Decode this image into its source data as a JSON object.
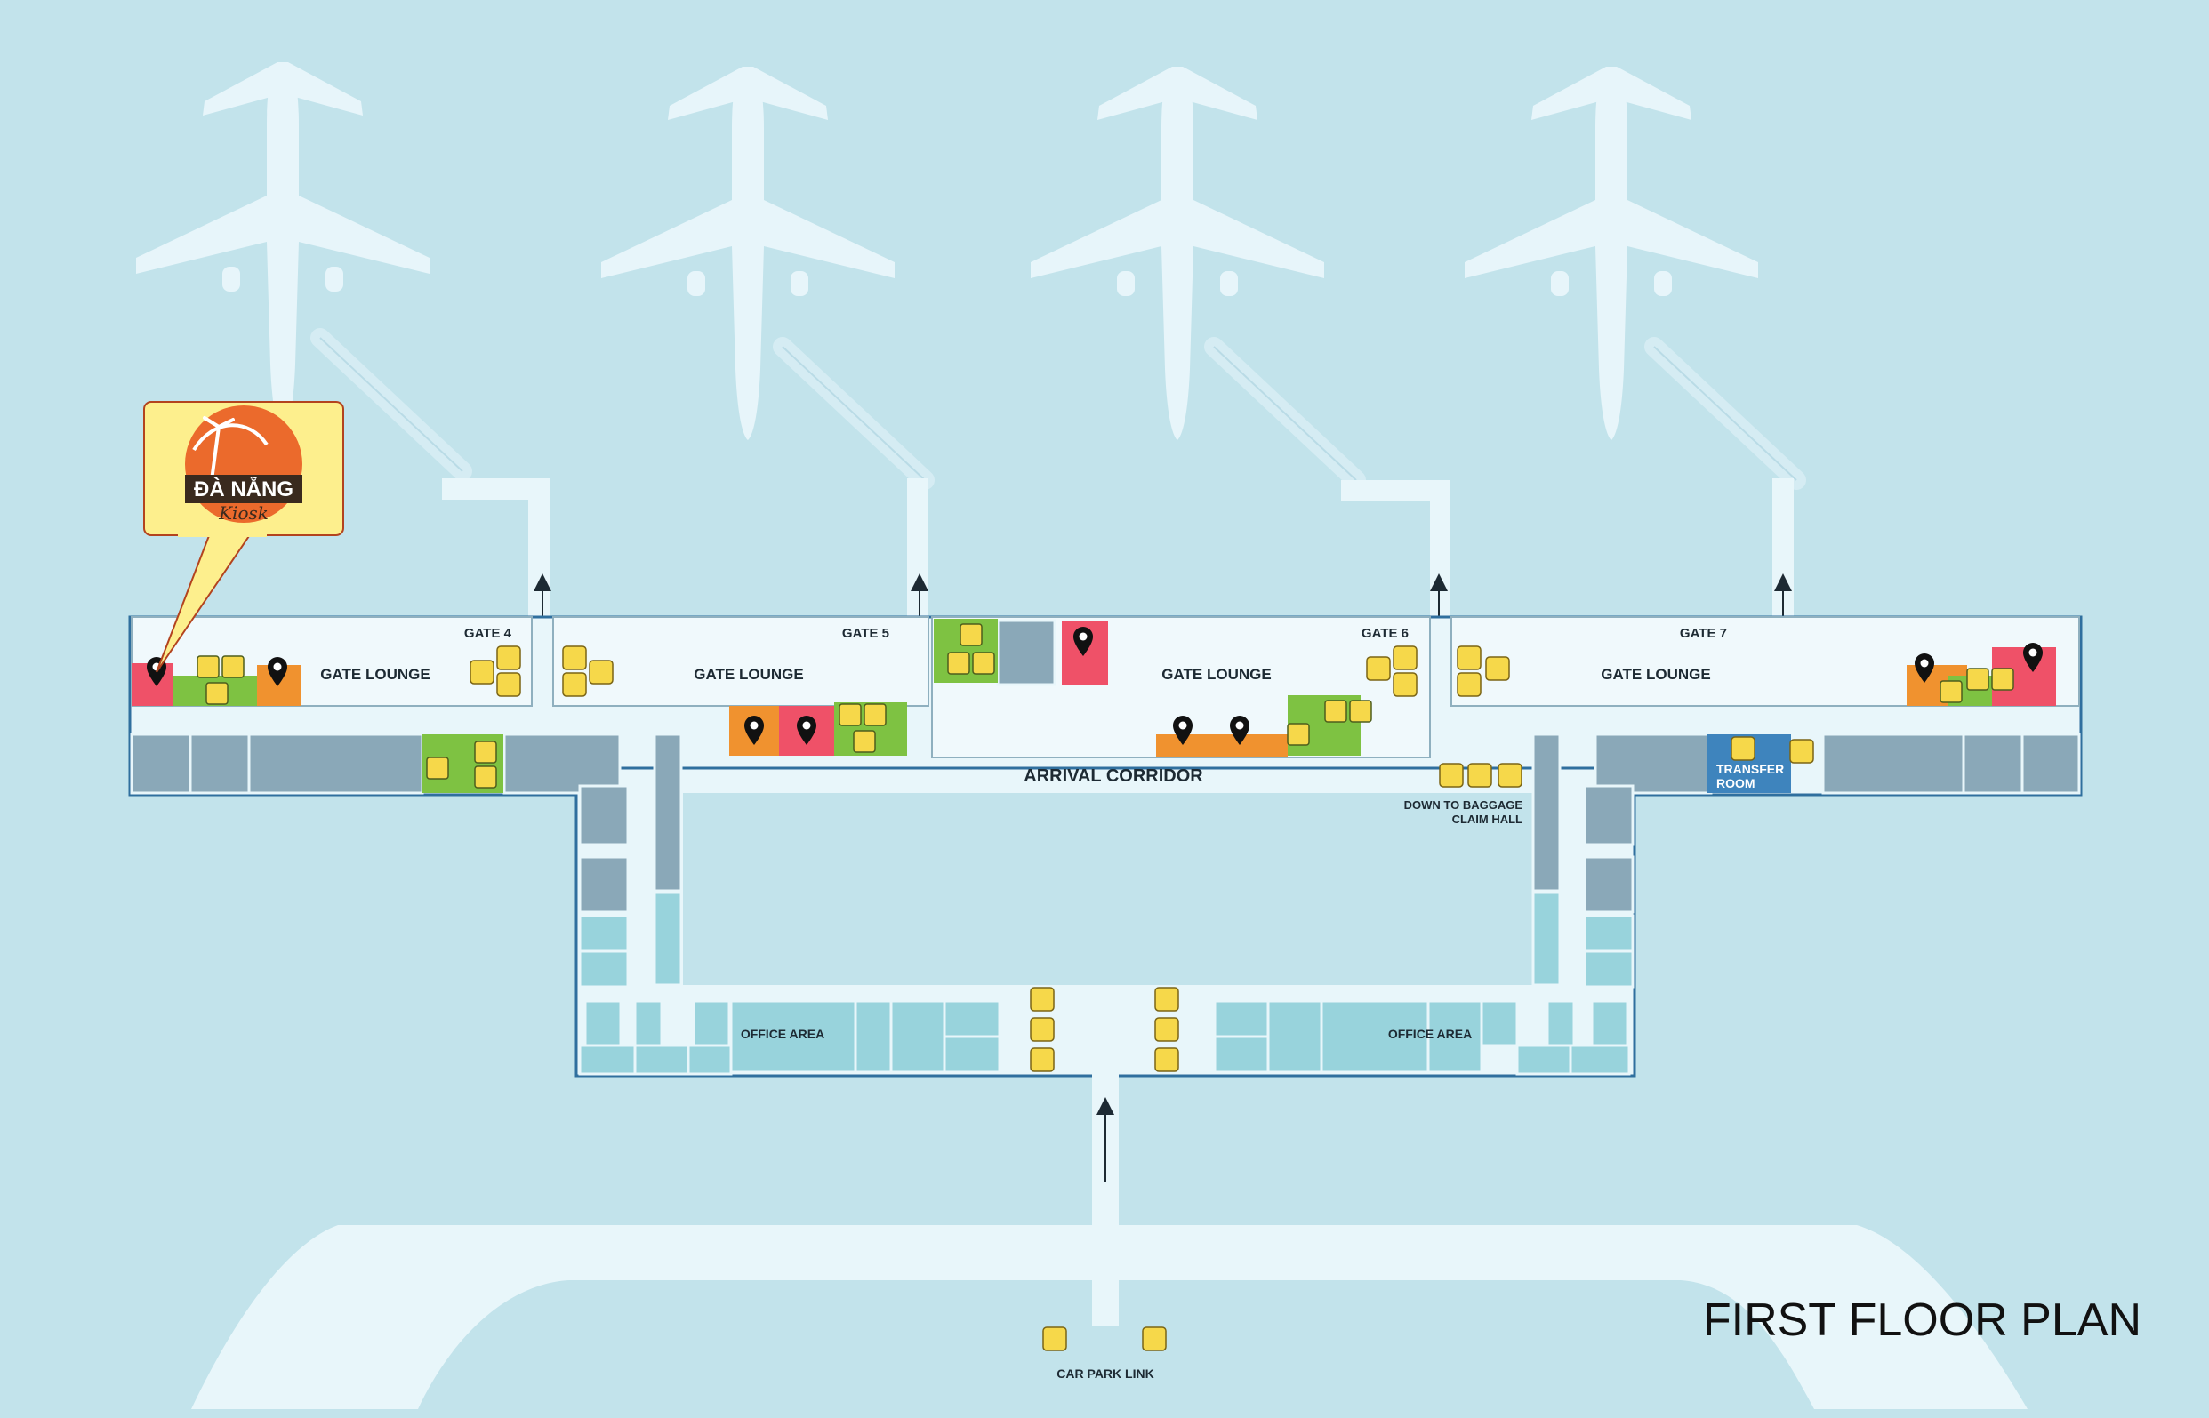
{
  "title": "FIRST FLOOR PLAN",
  "kiosk": {
    "name": "ĐÀ NẴNG",
    "subtitle": "Kiosk"
  },
  "gates": [
    "GATE 4",
    "GATE 5",
    "GATE 6",
    "GATE 7"
  ],
  "lounge_label": "GATE LOUNGE",
  "corridor_label": "ARRIVAL CORRIDOR",
  "baggage": {
    "line1": "DOWN TO BAGGAGE",
    "line2": "CLAIM HALL"
  },
  "transfer": {
    "line1": "TRANSFER",
    "line2": "ROOM"
  },
  "office_label": "OFFICE AREA",
  "car_park_label": "CAR PARK LINK",
  "colors": {
    "background": "#c2e3eb",
    "walkway": "#e8f6fa",
    "terminal_outline": "#2f6f9e",
    "room_grey": "#8aa8b8",
    "office_room": "#98d3dc",
    "restaurant": "#ef5168",
    "shop": "#f0922f",
    "restroom_zone": "#7ec242",
    "service_icon": "#f6d84a",
    "transfer_room": "#3e84bd",
    "kiosk_callout": "#fdef8d"
  },
  "legend_icons": [
    "restaurant-icon",
    "shopping-bag-icon",
    "restroom-icon",
    "wheelchair-icon",
    "family-restroom-icon",
    "escalator-icon",
    "elevator-icon",
    "moving-walkway-icon",
    "transfer-desk-icon"
  ]
}
